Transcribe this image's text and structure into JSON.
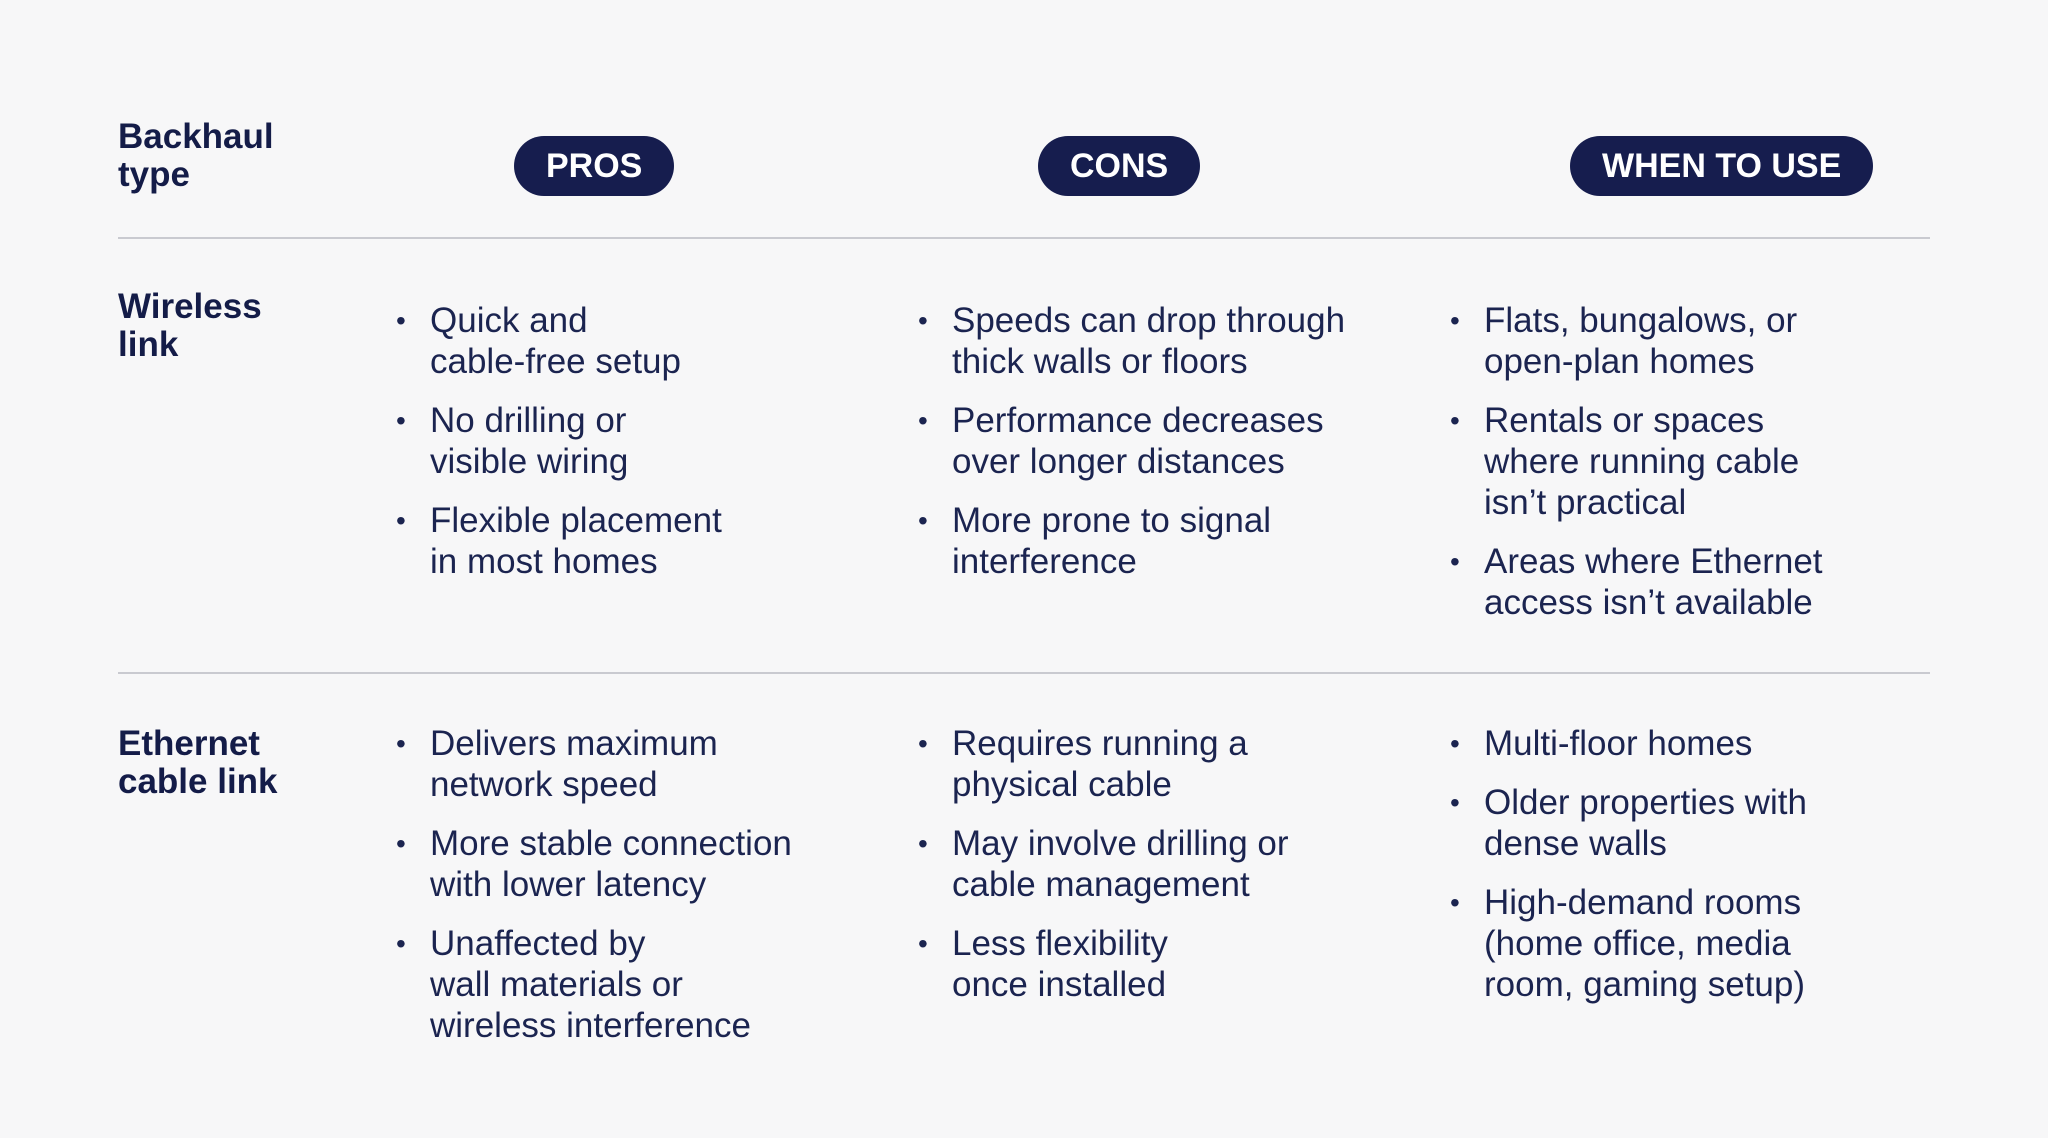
{
  "header": {
    "type_label": "Backhaul\ntype",
    "pros_label": "PROS",
    "cons_label": "CONS",
    "when_label": "WHEN TO USE"
  },
  "rows": [
    {
      "type_label": "Wireless\nlink",
      "pros": [
        "Quick and\ncable-free setup",
        "No drilling or\nvisible wiring",
        "Flexible placement\nin most homes"
      ],
      "cons": [
        "Speeds can drop through\nthick walls or floors",
        "Performance decreases\nover longer distances",
        "More prone to signal\ninterference"
      ],
      "when": [
        "Flats, bungalows, or\nopen-plan homes",
        "Rentals or spaces\nwhere running cable\nisn’t practical",
        "Areas where Ethernet\naccess isn’t available"
      ]
    },
    {
      "type_label": "Ethernet\ncable link",
      "pros": [
        "Delivers maximum\nnetwork speed",
        "More stable connection\nwith lower latency",
        "Unaffected by\nwall materials or\nwireless interference"
      ],
      "cons": [
        "Requires running a\nphysical cable",
        "May involve drilling or\ncable management",
        "Less flexibility\nonce installed"
      ],
      "when": [
        "Multi-floor homes",
        "Older properties with\ndense walls",
        "High-demand rooms\n(home office, media\nroom, gaming setup)"
      ]
    }
  ],
  "bullet_glyph": "•",
  "colors": {
    "background": "#f7f7f8",
    "text": "#1b2450",
    "pill": "#161d4e",
    "divider": "#c9cad0"
  }
}
